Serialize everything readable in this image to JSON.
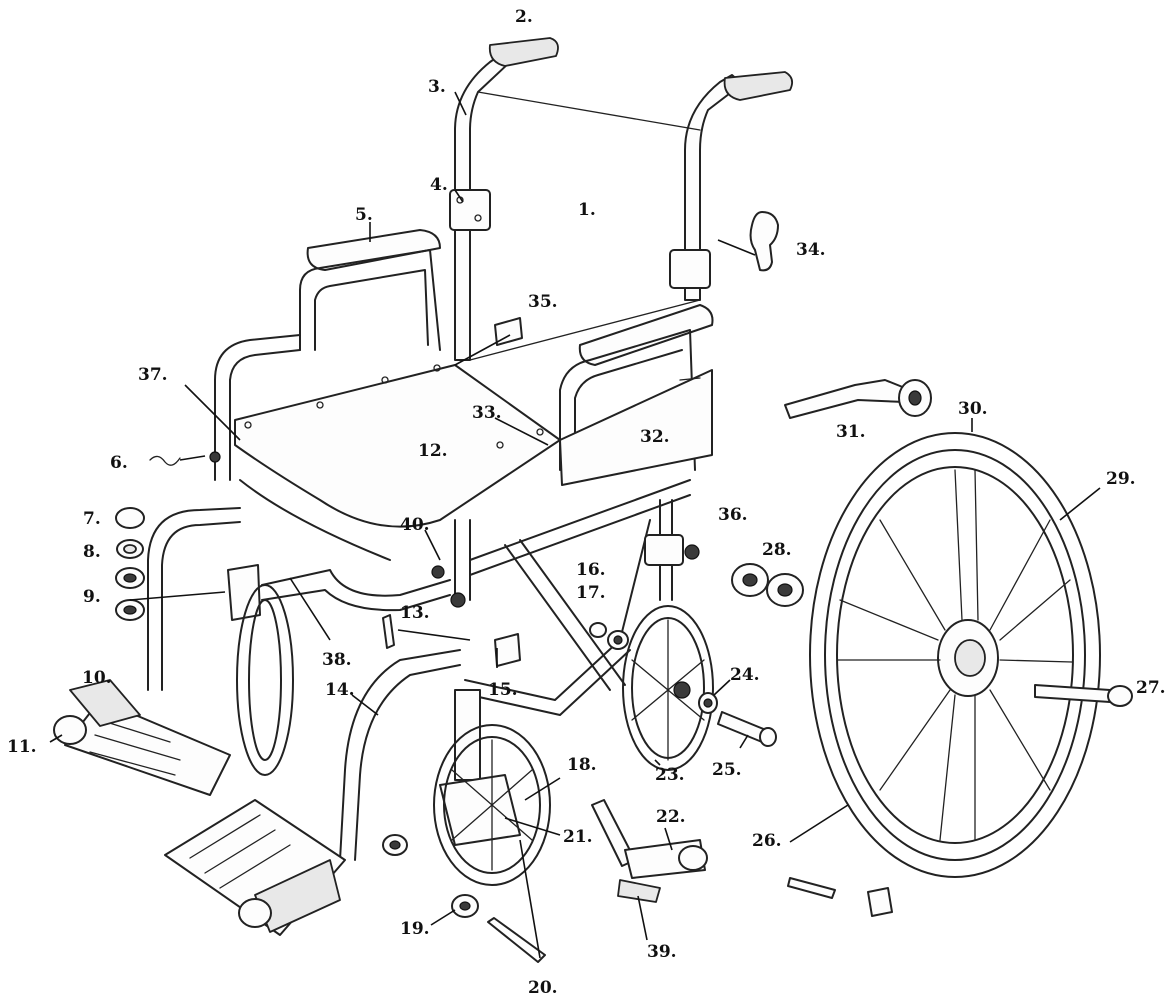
{
  "diagram": {
    "labels": [
      {
        "id": "1",
        "text": "1."
      },
      {
        "id": "2",
        "text": "2."
      },
      {
        "id": "3",
        "text": "3."
      },
      {
        "id": "4",
        "text": "4."
      },
      {
        "id": "5",
        "text": "5."
      },
      {
        "id": "6",
        "text": "6."
      },
      {
        "id": "7",
        "text": "7."
      },
      {
        "id": "8",
        "text": "8."
      },
      {
        "id": "9",
        "text": "9."
      },
      {
        "id": "10",
        "text": "10."
      },
      {
        "id": "11",
        "text": "11."
      },
      {
        "id": "12",
        "text": "12."
      },
      {
        "id": "13",
        "text": "13."
      },
      {
        "id": "14",
        "text": "14."
      },
      {
        "id": "15",
        "text": "15."
      },
      {
        "id": "16",
        "text": "16."
      },
      {
        "id": "17",
        "text": "17."
      },
      {
        "id": "18",
        "text": "18."
      },
      {
        "id": "19",
        "text": "19."
      },
      {
        "id": "20",
        "text": "20."
      },
      {
        "id": "21",
        "text": "21."
      },
      {
        "id": "22",
        "text": "22."
      },
      {
        "id": "23",
        "text": "23."
      },
      {
        "id": "24",
        "text": "24."
      },
      {
        "id": "25",
        "text": "25."
      },
      {
        "id": "26",
        "text": "26."
      },
      {
        "id": "27",
        "text": "27."
      },
      {
        "id": "28",
        "text": "28."
      },
      {
        "id": "29",
        "text": "29."
      },
      {
        "id": "30",
        "text": "30."
      },
      {
        "id": "31",
        "text": "31."
      },
      {
        "id": "32",
        "text": "32."
      },
      {
        "id": "33",
        "text": "33."
      },
      {
        "id": "34",
        "text": "34."
      },
      {
        "id": "35",
        "text": "35."
      },
      {
        "id": "36",
        "text": "36."
      },
      {
        "id": "37",
        "text": "37."
      },
      {
        "id": "38",
        "text": "38."
      },
      {
        "id": "39",
        "text": "39."
      },
      {
        "id": "40",
        "text": "40."
      }
    ]
  }
}
